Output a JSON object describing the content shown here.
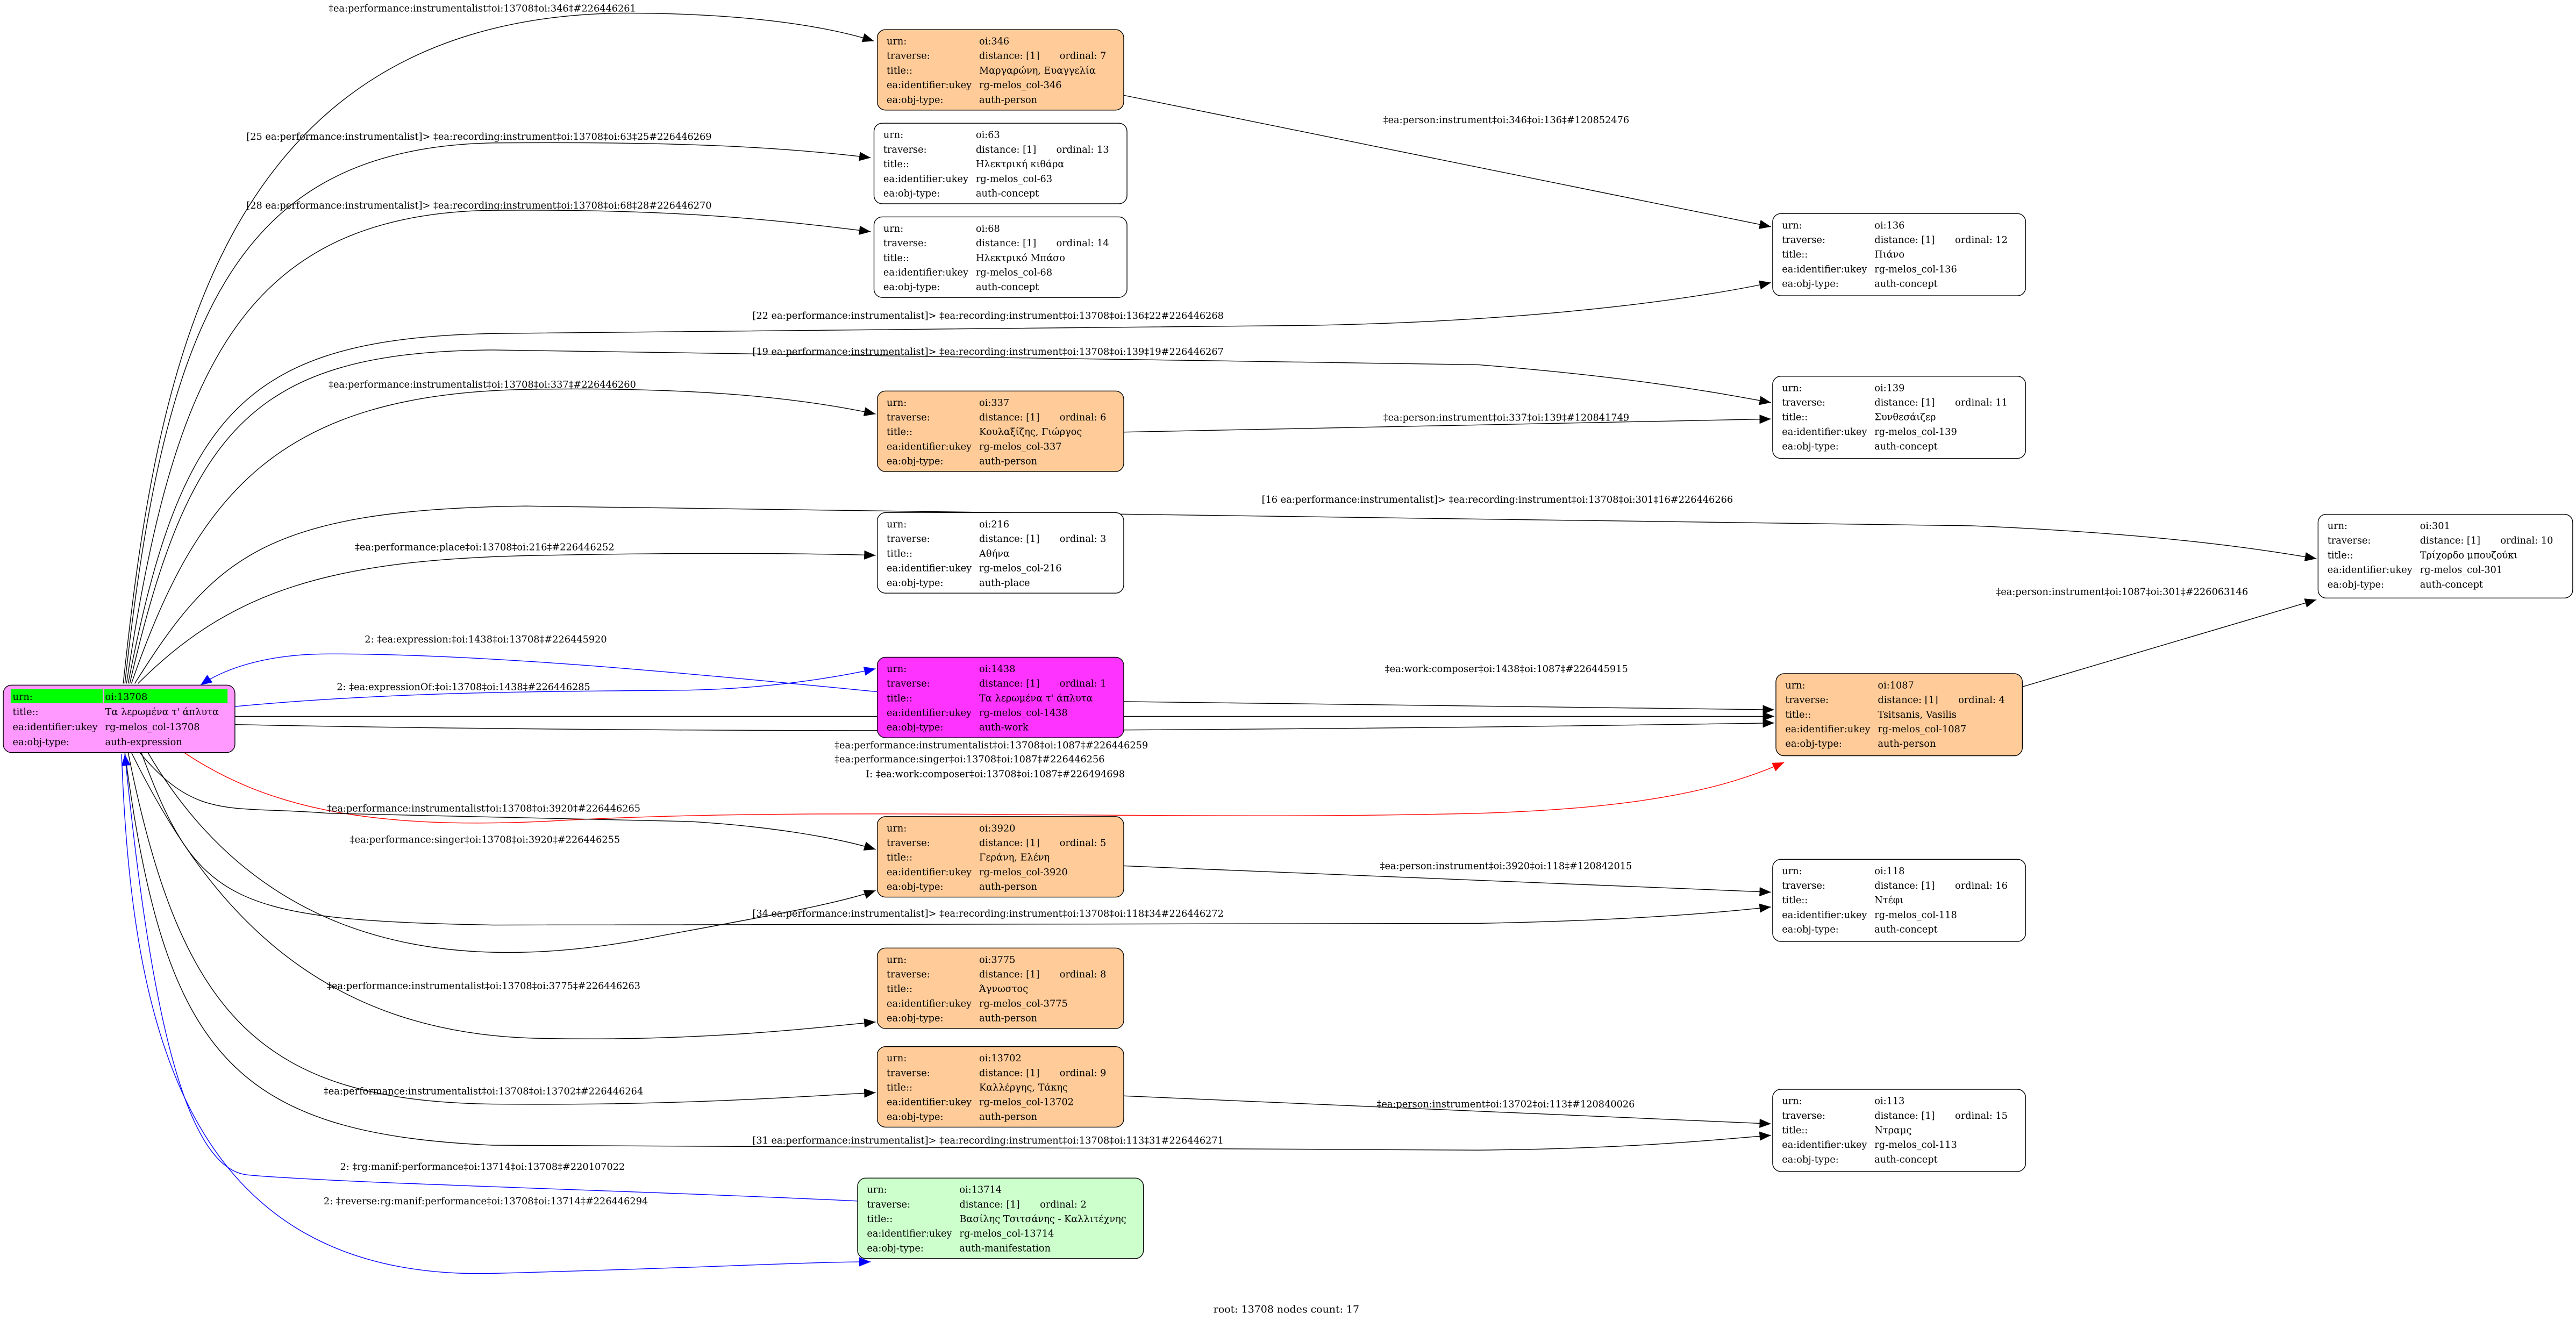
{
  "field_labels": {
    "urn": "urn:",
    "traverse": "traverse:",
    "title": "title::",
    "ukey": "ea:identifier:ukey",
    "obj_type": "ea:obj-type:"
  },
  "colors": {
    "root_fill": "#ff99ff",
    "root_header": "#00ff00",
    "person_fill": "#ffcc99",
    "work_fill": "#ff33ff",
    "manifestation_fill": "#ccffcc",
    "plain_fill": "#ffffff",
    "edge_black": "#000000",
    "edge_blue": "#0000ff",
    "edge_red": "#ff0000"
  },
  "nodes": [
    {
      "urn": "oi:13708",
      "title": "Τα λερωμένα τ' άπλυτα",
      "ukey": "rg-melos_col-13708",
      "obj_type": "auth-expression",
      "root": true
    },
    {
      "urn": "oi:346",
      "distance": "distance: [1]",
      "ordinal": "ordinal: 7",
      "title": "Μαργαρώνη, Ευαγγελία",
      "ukey": "rg-melos_col-346",
      "obj_type": "auth-person"
    },
    {
      "urn": "oi:63",
      "distance": "distance: [1]",
      "ordinal": "ordinal: 13",
      "title": "Ηλεκτρική κιθάρα",
      "ukey": "rg-melos_col-63",
      "obj_type": "auth-concept"
    },
    {
      "urn": "oi:68",
      "distance": "distance: [1]",
      "ordinal": "ordinal: 14",
      "title": "Ηλεκτρικό Μπάσο",
      "ukey": "rg-melos_col-68",
      "obj_type": "auth-concept"
    },
    {
      "urn": "oi:136",
      "distance": "distance: [1]",
      "ordinal": "ordinal: 12",
      "title": "Πιάνο",
      "ukey": "rg-melos_col-136",
      "obj_type": "auth-concept"
    },
    {
      "urn": "oi:337",
      "distance": "distance: [1]",
      "ordinal": "ordinal: 6",
      "title": "Κουλαξίζης, Γιώργος",
      "ukey": "rg-melos_col-337",
      "obj_type": "auth-person"
    },
    {
      "urn": "oi:139",
      "distance": "distance: [1]",
      "ordinal": "ordinal: 11",
      "title": "Συνθεσάιζερ",
      "ukey": "rg-melos_col-139",
      "obj_type": "auth-concept"
    },
    {
      "urn": "oi:301",
      "distance": "distance: [1]",
      "ordinal": "ordinal: 10",
      "title": "Τρίχορδο μπουζούκι",
      "ukey": "rg-melos_col-301",
      "obj_type": "auth-concept"
    },
    {
      "urn": "oi:216",
      "distance": "distance: [1]",
      "ordinal": "ordinal: 3",
      "title": "Αθήνα",
      "ukey": "rg-melos_col-216",
      "obj_type": "auth-place"
    },
    {
      "urn": "oi:1438",
      "distance": "distance: [1]",
      "ordinal": "ordinal: 1",
      "title": "Τα λερωμένα τ' άπλυτα",
      "ukey": "rg-melos_col-1438",
      "obj_type": "auth-work"
    },
    {
      "urn": "oi:1087",
      "distance": "distance: [1]",
      "ordinal": "ordinal: 4",
      "title": "Tsitsanis, Vasilis",
      "ukey": "rg-melos_col-1087",
      "obj_type": "auth-person"
    },
    {
      "urn": "oi:3920",
      "distance": "distance: [1]",
      "ordinal": "ordinal: 5",
      "title": "Γεράνη, Ελένη",
      "ukey": "rg-melos_col-3920",
      "obj_type": "auth-person"
    },
    {
      "urn": "oi:118",
      "distance": "distance: [1]",
      "ordinal": "ordinal: 16",
      "title": "Ντέφι",
      "ukey": "rg-melos_col-118",
      "obj_type": "auth-concept"
    },
    {
      "urn": "oi:3775",
      "distance": "distance: [1]",
      "ordinal": "ordinal: 8",
      "title": "Άγνωστος",
      "ukey": "rg-melos_col-3775",
      "obj_type": "auth-person"
    },
    {
      "urn": "oi:13702",
      "distance": "distance: [1]",
      "ordinal": "ordinal: 9",
      "title": "Καλλέργης, Τάκης",
      "ukey": "rg-melos_col-13702",
      "obj_type": "auth-person"
    },
    {
      "urn": "oi:113",
      "distance": "distance: [1]",
      "ordinal": "ordinal: 15",
      "title": "Ντραμς",
      "ukey": "rg-melos_col-113",
      "obj_type": "auth-concept"
    },
    {
      "urn": "oi:13714",
      "distance": "distance: [1]",
      "ordinal": "ordinal: 2",
      "title": "Βασίλης Τσιτσάνης - Καλλιτέχνης",
      "ukey": "rg-melos_col-13714",
      "obj_type": "auth-manifestation"
    }
  ],
  "edges": [
    {
      "label": "‡ea:performance:instrumentalist‡oi:13708‡oi:346‡#226446261",
      "color": "black"
    },
    {
      "label": "[25 ea:performance:instrumentalist]> ‡ea:recording:instrument‡oi:13708‡oi:63‡25#226446269",
      "color": "black"
    },
    {
      "label": "[28 ea:performance:instrumentalist]> ‡ea:recording:instrument‡oi:13708‡oi:68‡28#226446270",
      "color": "black"
    },
    {
      "label": "‡ea:person:instrument‡oi:346‡oi:136‡#120852476",
      "color": "black"
    },
    {
      "label": "[22 ea:performance:instrumentalist]> ‡ea:recording:instrument‡oi:13708‡oi:136‡22#226446268",
      "color": "black"
    },
    {
      "label": "[19 ea:performance:instrumentalist]> ‡ea:recording:instrument‡oi:13708‡oi:139‡19#226446267",
      "color": "black"
    },
    {
      "label": "‡ea:performance:instrumentalist‡oi:13708‡oi:337‡#226446260",
      "color": "black"
    },
    {
      "label": "‡ea:person:instrument‡oi:337‡oi:139‡#120841749",
      "color": "black"
    },
    {
      "label": "[16 ea:performance:instrumentalist]> ‡ea:recording:instrument‡oi:13708‡oi:301‡16#226446266",
      "color": "black"
    },
    {
      "label": "‡ea:performance:place‡oi:13708‡oi:216‡#226446252",
      "color": "black"
    },
    {
      "label": "‡ea:person:instrument‡oi:1087‡oi:301‡#226063146",
      "color": "black"
    },
    {
      "label": "2: ‡ea:expression:‡oi:1438‡oi:13708‡#226445920",
      "color": "blue"
    },
    {
      "label": "2: ‡ea:expressionOf:‡oi:13708‡oi:1438‡#226446285",
      "color": "blue"
    },
    {
      "label": "‡ea:work:composer‡oi:1438‡oi:1087‡#226445915",
      "color": "black"
    },
    {
      "label": "‡ea:performance:instrumentalist‡oi:13708‡oi:1087‡#226446259",
      "color": "black"
    },
    {
      "label": "‡ea:performance:singer‡oi:13708‡oi:1087‡#226446256",
      "color": "black"
    },
    {
      "label": "I: ‡ea:work:composer‡oi:13708‡oi:1087‡#226494698",
      "color": "red"
    },
    {
      "label": "‡ea:performance:instrumentalist‡oi:13708‡oi:3920‡#226446265",
      "color": "black"
    },
    {
      "label": "‡ea:performance:singer‡oi:13708‡oi:3920‡#226446255",
      "color": "black"
    },
    {
      "label": "‡ea:person:instrument‡oi:3920‡oi:118‡#120842015",
      "color": "black"
    },
    {
      "label": "[34 ea:performance:instrumentalist]> ‡ea:recording:instrument‡oi:13708‡oi:118‡34#226446272",
      "color": "black"
    },
    {
      "label": "‡ea:performance:instrumentalist‡oi:13708‡oi:3775‡#226446263",
      "color": "black"
    },
    {
      "label": "‡ea:performance:instrumentalist‡oi:13708‡oi:13702‡#226446264",
      "color": "black"
    },
    {
      "label": "‡ea:person:instrument‡oi:13702‡oi:113‡#120840026",
      "color": "black"
    },
    {
      "label": "[31 ea:performance:instrumentalist]> ‡ea:recording:instrument‡oi:13708‡oi:113‡31#226446271",
      "color": "black"
    },
    {
      "label": "2: ‡rg:manif:performance‡oi:13714‡oi:13708‡#220107022",
      "color": "blue"
    },
    {
      "label": "2: ‡reverse:rg:manif:performance‡oi:13708‡oi:13714‡#226446294",
      "color": "blue"
    }
  ],
  "footer": "root: 13708 nodes count: 17"
}
